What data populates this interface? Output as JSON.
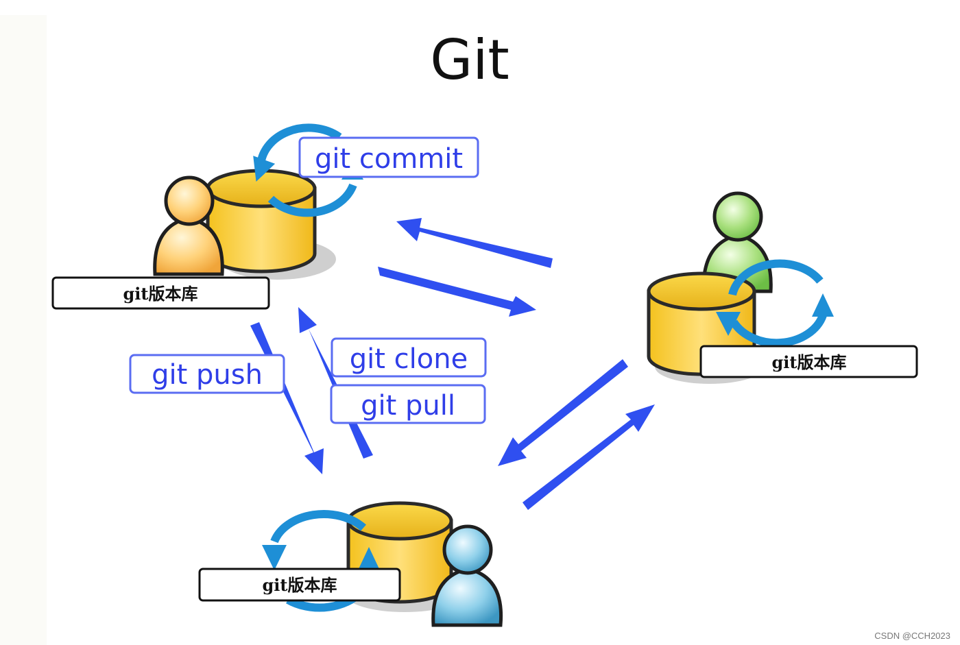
{
  "title": "Git",
  "repositories": [
    {
      "id": "top-left",
      "label": "git版本库",
      "person_color": "#f6c25a"
    },
    {
      "id": "right",
      "label": "git版本库",
      "person_color": "#8fd060"
    },
    {
      "id": "bottom",
      "label": "git版本库",
      "person_color": "#4fa8cc"
    }
  ],
  "commands": {
    "commit": "git commit",
    "push": "git push",
    "clone": "git clone",
    "pull": "git pull"
  },
  "watermark": "CSDN @CCH2023",
  "colors": {
    "arrow": "#2f4ff0",
    "cycle": "#1e8fd6",
    "database": "#f5c52a",
    "command_text": "#2f3ee8"
  }
}
